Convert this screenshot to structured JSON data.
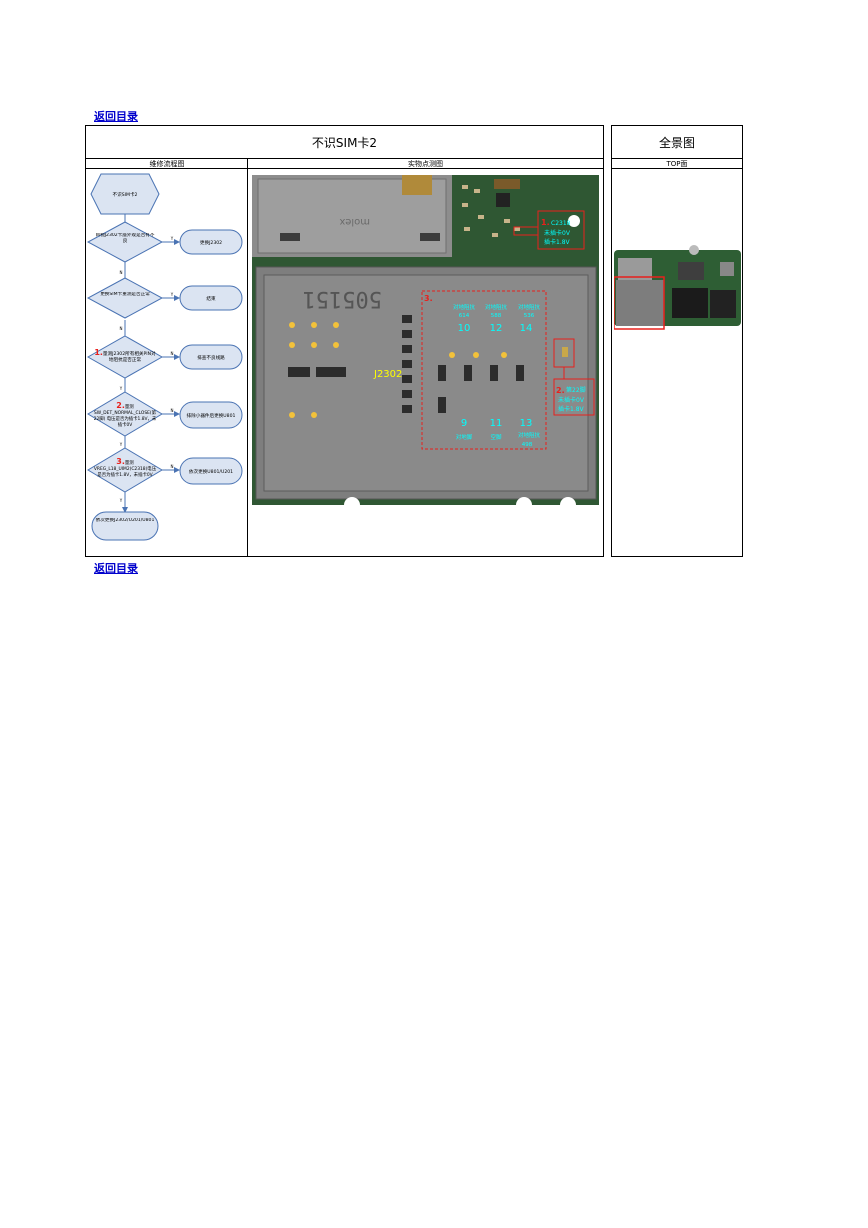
{
  "links": {
    "back_top": "返回目录",
    "back_bottom": "返回目录"
  },
  "main_table": {
    "title": "不识SIM卡2",
    "col_flow": "维修流程图",
    "col_photo": "实物点测图"
  },
  "side_table": {
    "title": "全景图",
    "col": "TOP面"
  },
  "flow": {
    "start": "不识SIM卡2",
    "d1": "目视J2302卡座外观是否有不良",
    "r1": "更换J2302",
    "d2": "更换SIM卡重测是否正常",
    "r2": "结束",
    "d3_num": "1.",
    "d3": "量测J2302所有相关PIN对地阻抗是否正常",
    "r3": "排查不良线路",
    "d4_num": "2.",
    "d4": "量测SW_DET_NORMAL_CLOSE(第22脚) 电压是否为插卡1.8V，未插卡0V",
    "r4": "排除小器件后更换U801",
    "d5_num": "3.",
    "d5": "量测VREG_L18_UIM2(C2318)电压是否为插卡1.8V，未插卡0V",
    "r5": "依次更换U801/U201",
    "end": "依次更换J2302/U201/U801",
    "yes": "Y",
    "no": "N"
  },
  "photo": {
    "connector_label": "J2302",
    "board_print": "505151",
    "molex": "molex",
    "box1_num": "1.",
    "box1_lines": [
      "C2318",
      "未插卡0V",
      "插卡1.8V"
    ],
    "box2_num": "2.",
    "box2_lines": [
      "第22脚",
      "未插卡0V",
      "插卡1.8V"
    ],
    "box3_num": "3.",
    "pin_top": [
      {
        "label": "对地阻抗",
        "value": "614",
        "pin": "10"
      },
      {
        "label": "对地阻抗",
        "value": "588",
        "pin": "12"
      },
      {
        "label": "对地阻抗",
        "value": "536",
        "pin": "14"
      }
    ],
    "pin_bottom": [
      {
        "label": "对地脚",
        "value": "",
        "pin": "9"
      },
      {
        "label": "空脚",
        "value": "",
        "pin": "11"
      },
      {
        "label": "对地阻抗",
        "value": "498",
        "pin": "13"
      }
    ]
  },
  "colors": {
    "accent_red": "#e8201c",
    "annotation": "#00ffff",
    "label_yellow": "#ffff00",
    "flow_fill": "#dbe4f2",
    "flow_stroke": "#4a73b3"
  }
}
